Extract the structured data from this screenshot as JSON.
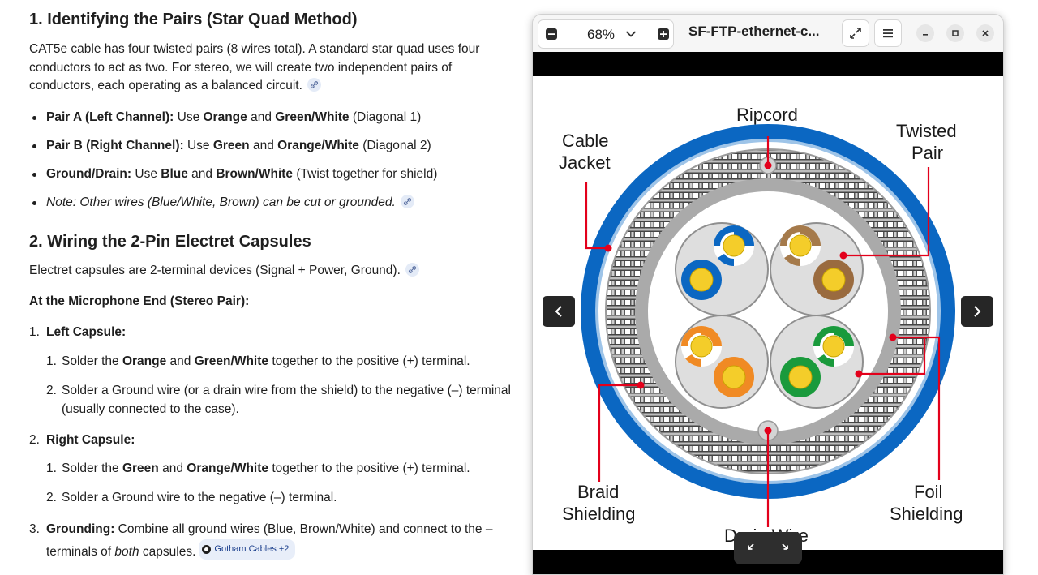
{
  "doc": {
    "h1": "1. Identifying the Pairs (Star Quad Method)",
    "intro": "CAT5e cable has four twisted pairs (8 wires total). A standard star quad uses four conductors to act as two. For stereo, we will create two independent pairs of conductors, each operating as a balanced circuit.",
    "pair_a": {
      "label": "Pair A (Left Channel):",
      "t1": " Use ",
      "c1": "Orange",
      "t2": " and ",
      "c2": "Green/White",
      "t3": " (Diagonal 1)"
    },
    "pair_b": {
      "label": "Pair B (Right Channel):",
      "t1": " Use ",
      "c1": "Green",
      "t2": " and ",
      "c2": "Orange/White",
      "t3": " (Diagonal 2)"
    },
    "ground": {
      "label": "Ground/Drain:",
      "t1": " Use ",
      "c1": "Blue",
      "t2": " and ",
      "c2": "Brown/White",
      "t3": " (Twist together for shield)"
    },
    "note": "Note: Other wires (Blue/White, Brown) can be cut or grounded.",
    "h2": "2. Wiring the 2-Pin Electret Capsules",
    "h2_intro": "Electret capsules are 2-terminal devices (Signal + Power, Ground).",
    "mic_end": "At the Microphone End (Stereo Pair):",
    "left_capsule": {
      "num": "1.",
      "label": "Left Capsule:"
    },
    "left_steps": [
      {
        "num": "1.",
        "t1": "Solder the ",
        "b1": "Orange",
        "t2": " and ",
        "b2": "Green/White",
        "t3": " together to the positive (+) terminal."
      },
      {
        "num": "2.",
        "line1": "Solder a Ground wire (or a drain wire from the shield) to the negative (–) terminal",
        "line2": "(usually connected to the case)."
      }
    ],
    "right_capsule": {
      "num": "2.",
      "label": "Right Capsule:"
    },
    "right_steps": [
      {
        "num": "1.",
        "t1": "Solder the ",
        "b1": "Green",
        "t2": " and ",
        "b2": "Orange/White",
        "t3": " together to the positive (+) terminal."
      },
      {
        "num": "2.",
        "line1": "Solder a Ground wire to the negative (–) terminal."
      }
    ],
    "grounding": {
      "num": "3.",
      "label": "Grounding:",
      "t1": " Combine all ground wires (Blue, Brown/White) and connect to the –",
      "t2": "terminals of ",
      "em": "both",
      "t3": " capsules.",
      "source": "Gotham Cables +2"
    }
  },
  "viewer": {
    "zoom": "68%",
    "title": "SF-FTP-ethernet-c...",
    "labels": {
      "ripcord": "Ripcord",
      "cable_jacket_1": "Cable",
      "cable_jacket_2": "Jacket",
      "twisted_1": "Twisted",
      "twisted_2": "Pair",
      "braid_1": "Braid",
      "braid_2": "Shielding",
      "foil_1": "Foil",
      "foil_2": "Shielding",
      "drain": "Drain Wire"
    }
  },
  "colors": {
    "accent_blue": "#0b67c2",
    "label_red": "#e3001b",
    "chip_bg": "#e4ebf7"
  }
}
